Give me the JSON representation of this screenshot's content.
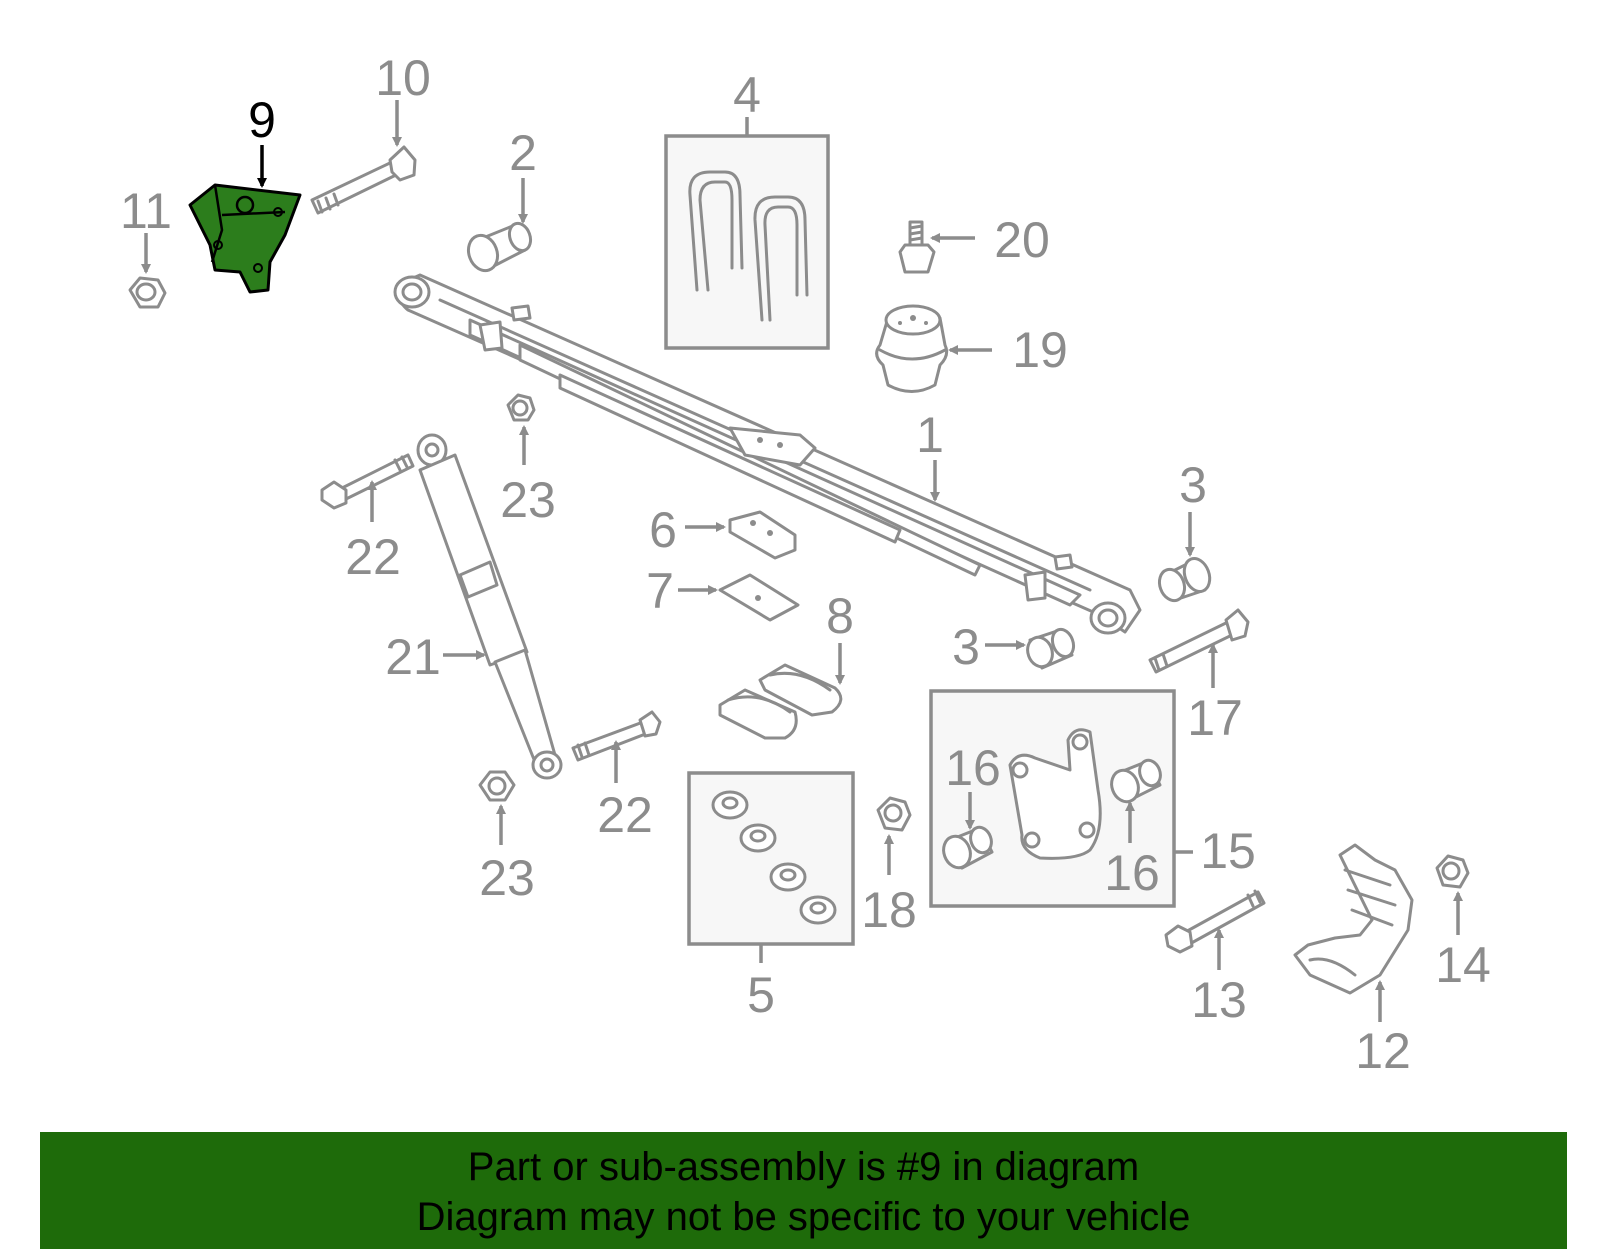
{
  "highlight_color": "#1e6b0a",
  "highlighted_part": "9",
  "callouts": {
    "c1": "1",
    "c2": "2",
    "c3a": "3",
    "c3b": "3",
    "c4": "4",
    "c5": "5",
    "c6": "6",
    "c7": "7",
    "c8": "8",
    "c9": "9",
    "c10": "10",
    "c11": "11",
    "c12": "12",
    "c13": "13",
    "c14": "14",
    "c15": "15",
    "c16a": "16",
    "c16b": "16",
    "c17": "17",
    "c18": "18",
    "c19": "19",
    "c20": "20",
    "c21": "21",
    "c22a": "22",
    "c22b": "22",
    "c23a": "23",
    "c23b": "23"
  },
  "banner": {
    "line1": "Part or sub-assembly is #9 in diagram",
    "line2": "Diagram may not be specific to your vehicle"
  }
}
